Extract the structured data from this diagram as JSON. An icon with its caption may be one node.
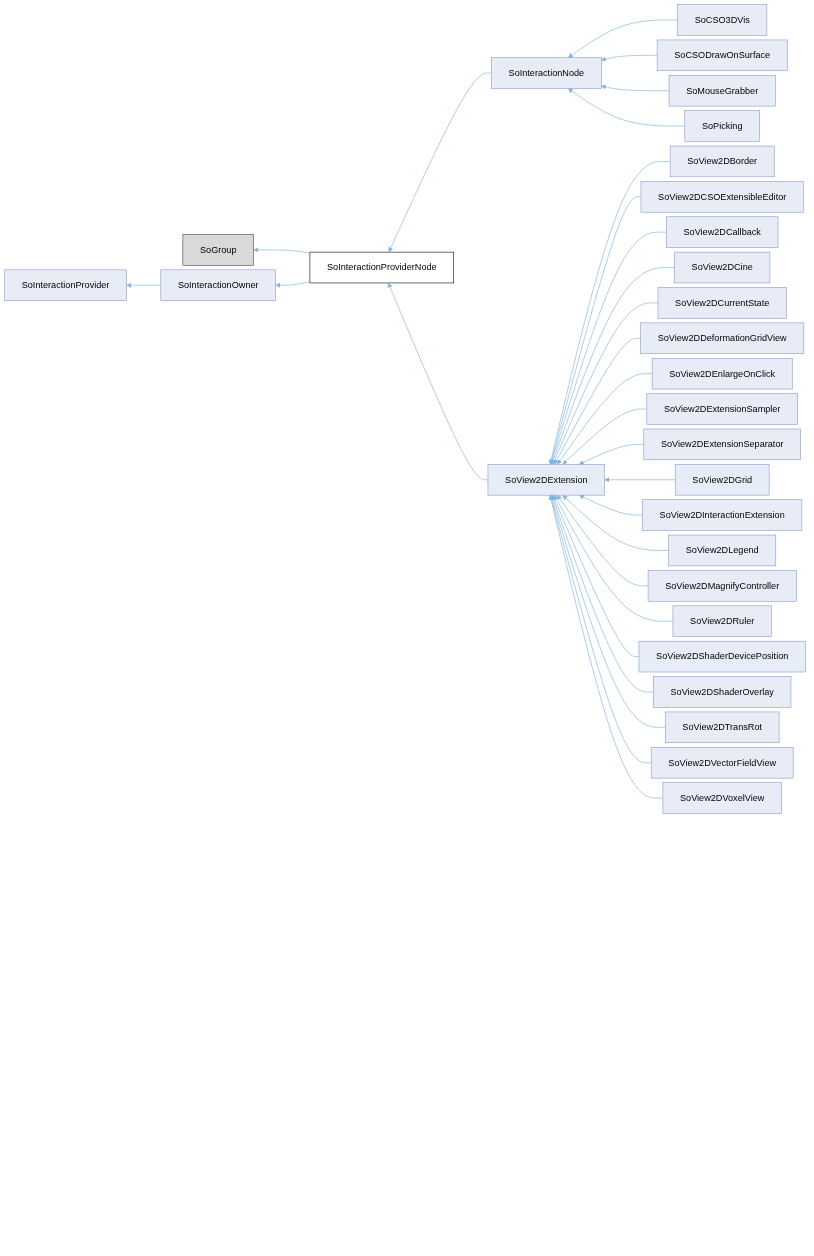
{
  "diagram": {
    "nodes": [
      {
        "text": [
          "SoInteractionProvider"
        ]
      },
      {
        "text": [
          "SoGroup"
        ]
      },
      {
        "text": [
          "SoInteractionOwner"
        ]
      },
      {
        "text": [
          "SoInteractionProviderNode"
        ]
      },
      {
        "text": [
          "SoInteractionNode"
        ]
      },
      {
        "text": [
          "SoView2DExtension"
        ]
      },
      {
        "text": [
          "SoCSO3DVis"
        ]
      },
      {
        "text": [
          "SoCSODrawOnSurface"
        ]
      },
      {
        "text": [
          "SoMouseGrabber"
        ]
      },
      {
        "text": [
          "SoPicking"
        ]
      },
      {
        "text": [
          "SoView2DBorder"
        ]
      },
      {
        "text": [
          "SoView2DCSOExtensibleEditor"
        ]
      },
      {
        "text": [
          "SoView2DCallback"
        ]
      },
      {
        "text": [
          "SoView2DCine"
        ]
      },
      {
        "text": [
          "SoView2DCurrentState"
        ]
      },
      {
        "text": [
          "SoView2DDeformationGridView"
        ]
      },
      {
        "text": [
          "SoView2DEnlargeOnClick"
        ]
      },
      {
        "text": [
          "SoView2DExtensionSampler"
        ]
      },
      {
        "text": [
          "SoView2DExtensionSeparator"
        ]
      },
      {
        "text": [
          "SoView2DGrid"
        ]
      },
      {
        "text": [
          "SoView2DInteractionExtension"
        ]
      },
      {
        "text": [
          "SoView2DLegend"
        ]
      },
      {
        "text": [
          "SoView2DMagnifyController"
        ]
      },
      {
        "text": [
          "SoView2DRuler"
        ]
      },
      {
        "text": [
          "SoView2DShaderDevicePosition"
        ]
      },
      {
        "text": [
          "SoView2DShaderOverlay"
        ]
      },
      {
        "text": [
          "SoView2DTransRot"
        ]
      },
      {
        "text": [
          "SoView2DVectorFieldView"
        ]
      },
      {
        "text": [
          "SoView2DVoxelView"
        ]
      }
    ],
    "edges": [
      {
        "from": 2,
        "to": 0,
        "arrow": "to"
      },
      {
        "from": 3,
        "to": 1,
        "arrow": "to"
      },
      {
        "from": 3,
        "to": 2,
        "arrow": "to"
      },
      {
        "from": 4,
        "to": 3,
        "arrow": "to"
      },
      {
        "from": 5,
        "to": 3,
        "arrow": "to"
      },
      {
        "from": 6,
        "to": 4,
        "arrow": "to"
      },
      {
        "from": 7,
        "to": 4,
        "arrow": "to"
      },
      {
        "from": 8,
        "to": 4,
        "arrow": "to"
      },
      {
        "from": 9,
        "to": 4,
        "arrow": "to"
      },
      {
        "from": 10,
        "to": 5,
        "arrow": "to"
      },
      {
        "from": 11,
        "to": 5,
        "arrow": "to"
      },
      {
        "from": 12,
        "to": 5,
        "arrow": "to"
      },
      {
        "from": 13,
        "to": 5,
        "arrow": "to"
      },
      {
        "from": 14,
        "to": 5,
        "arrow": "to"
      },
      {
        "from": 15,
        "to": 5,
        "arrow": "to"
      },
      {
        "from": 16,
        "to": 5,
        "arrow": "to"
      },
      {
        "from": 17,
        "to": 5,
        "arrow": "to"
      },
      {
        "from": 18,
        "to": 5,
        "arrow": "to"
      },
      {
        "from": 19,
        "to": 5,
        "arrow": "to"
      },
      {
        "from": 20,
        "to": 5,
        "arrow": "to"
      },
      {
        "from": 21,
        "to": 5,
        "arrow": "to"
      },
      {
        "from": 22,
        "to": 5,
        "arrow": "to"
      },
      {
        "from": 23,
        "to": 5,
        "arrow": "to"
      },
      {
        "from": 24,
        "to": 5,
        "arrow": "to"
      },
      {
        "from": 25,
        "to": 5,
        "arrow": "to"
      },
      {
        "from": 26,
        "to": 5,
        "arrow": "to"
      },
      {
        "from": 27,
        "to": 5,
        "arrow": "to"
      },
      {
        "from": 28,
        "to": 5,
        "arrow": "to"
      }
    ]
  }
}
